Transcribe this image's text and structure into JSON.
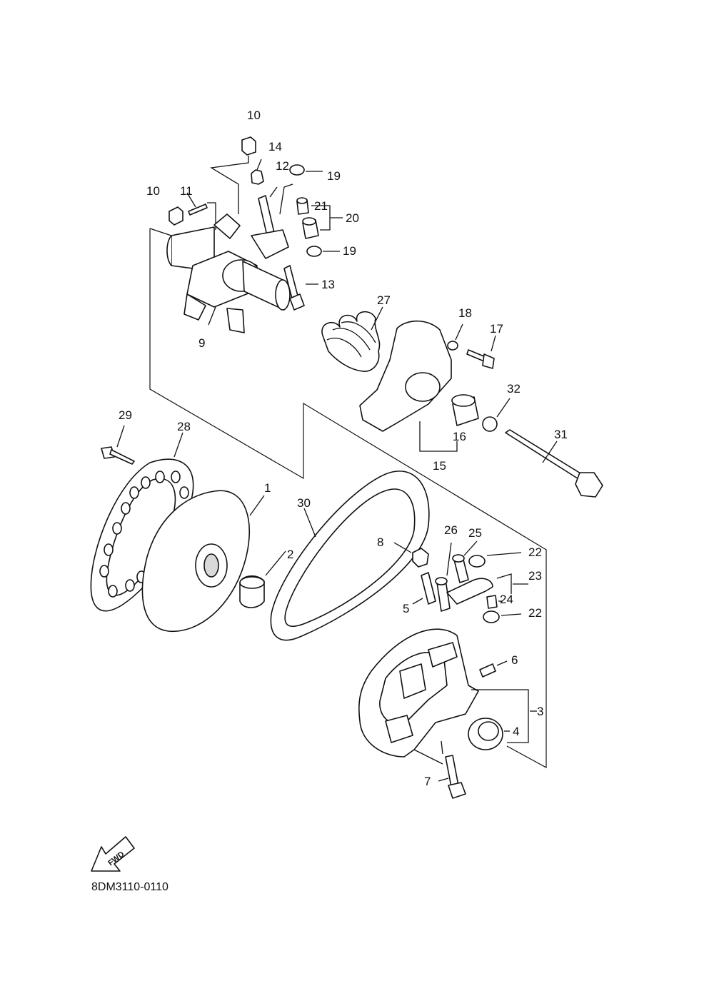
{
  "diagram": {
    "callouts": [
      {
        "id": "1",
        "text": "1"
      },
      {
        "id": "2",
        "text": "2"
      },
      {
        "id": "3",
        "text": "3"
      },
      {
        "id": "4",
        "text": "4"
      },
      {
        "id": "5",
        "text": "5"
      },
      {
        "id": "6",
        "text": "6"
      },
      {
        "id": "7",
        "text": "7"
      },
      {
        "id": "8",
        "text": "8"
      },
      {
        "id": "9",
        "text": "9"
      },
      {
        "id": "10a",
        "text": "10"
      },
      {
        "id": "10b",
        "text": "10"
      },
      {
        "id": "11",
        "text": "11"
      },
      {
        "id": "12",
        "text": "12"
      },
      {
        "id": "13",
        "text": "13"
      },
      {
        "id": "14",
        "text": "14"
      },
      {
        "id": "15",
        "text": "15"
      },
      {
        "id": "16",
        "text": "16"
      },
      {
        "id": "17",
        "text": "17"
      },
      {
        "id": "18",
        "text": "18"
      },
      {
        "id": "19a",
        "text": "19"
      },
      {
        "id": "19b",
        "text": "19"
      },
      {
        "id": "20",
        "text": "20"
      },
      {
        "id": "21",
        "text": "21"
      },
      {
        "id": "22a",
        "text": "22"
      },
      {
        "id": "22b",
        "text": "22"
      },
      {
        "id": "23",
        "text": "23"
      },
      {
        "id": "24",
        "text": "24"
      },
      {
        "id": "25",
        "text": "25"
      },
      {
        "id": "26",
        "text": "26"
      },
      {
        "id": "27",
        "text": "27"
      },
      {
        "id": "28",
        "text": "28"
      },
      {
        "id": "29",
        "text": "29"
      },
      {
        "id": "30",
        "text": "30"
      },
      {
        "id": "31",
        "text": "31"
      },
      {
        "id": "32",
        "text": "32"
      }
    ],
    "fwd_label": "FWD",
    "drawing_code": "8DM3110-0110"
  }
}
